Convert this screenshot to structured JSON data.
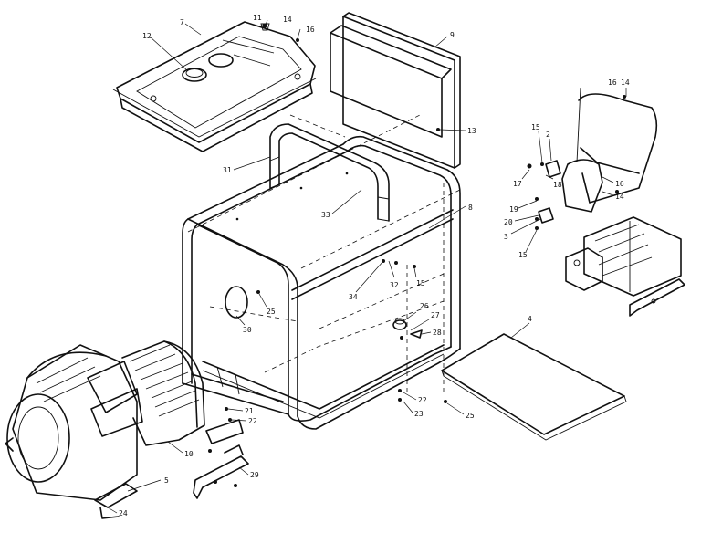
{
  "callouts": [
    {
      "id": "c7",
      "text": "7"
    },
    {
      "id": "c11",
      "text": "11"
    },
    {
      "id": "c14a",
      "text": "14"
    },
    {
      "id": "c16a",
      "text": "16"
    },
    {
      "id": "c12",
      "text": "12"
    },
    {
      "id": "c9",
      "text": "9"
    },
    {
      "id": "c13",
      "text": "13"
    },
    {
      "id": "c31",
      "text": "31"
    },
    {
      "id": "c33",
      "text": "33"
    },
    {
      "id": "c8",
      "text": "8"
    },
    {
      "id": "c32",
      "text": "32"
    },
    {
      "id": "c15a",
      "text": "15"
    },
    {
      "id": "c34",
      "text": "34"
    },
    {
      "id": "c30",
      "text": "30"
    },
    {
      "id": "c25a",
      "text": "25"
    },
    {
      "id": "c26",
      "text": "26"
    },
    {
      "id": "c27",
      "text": "27"
    },
    {
      "id": "c28",
      "text": "28"
    },
    {
      "id": "c16b",
      "text": "16"
    },
    {
      "id": "c14b",
      "text": "14"
    },
    {
      "id": "c15b",
      "text": "15"
    },
    {
      "id": "c2",
      "text": "2"
    },
    {
      "id": "c17",
      "text": "17"
    },
    {
      "id": "c18",
      "text": "18"
    },
    {
      "id": "c16c",
      "text": "16"
    },
    {
      "id": "c14c",
      "text": "14"
    },
    {
      "id": "c19",
      "text": "19"
    },
    {
      "id": "c20",
      "text": "20"
    },
    {
      "id": "c3",
      "text": "3"
    },
    {
      "id": "c15c",
      "text": "15"
    },
    {
      "id": "c4",
      "text": "4"
    },
    {
      "id": "c22a",
      "text": "22"
    },
    {
      "id": "c23a",
      "text": "23"
    },
    {
      "id": "c25b",
      "text": "25"
    },
    {
      "id": "c21",
      "text": "21"
    },
    {
      "id": "c22b",
      "text": "22"
    },
    {
      "id": "c10",
      "text": "10"
    },
    {
      "id": "c29",
      "text": "29"
    },
    {
      "id": "c5",
      "text": "5"
    },
    {
      "id": "c24",
      "text": "24"
    }
  ]
}
